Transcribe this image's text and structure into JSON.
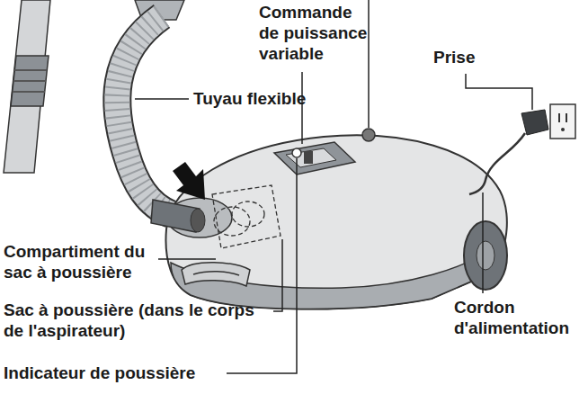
{
  "diagram": {
    "labels": [
      "Commande de puissance variable",
      "Prise",
      "Tuyau flexible",
      "Compartiment du sac à poussière",
      "Sac à poussière (dans le corps de l'aspirateur)",
      "Cordon d'alimentation",
      "Indicateur de poussière"
    ]
  }
}
